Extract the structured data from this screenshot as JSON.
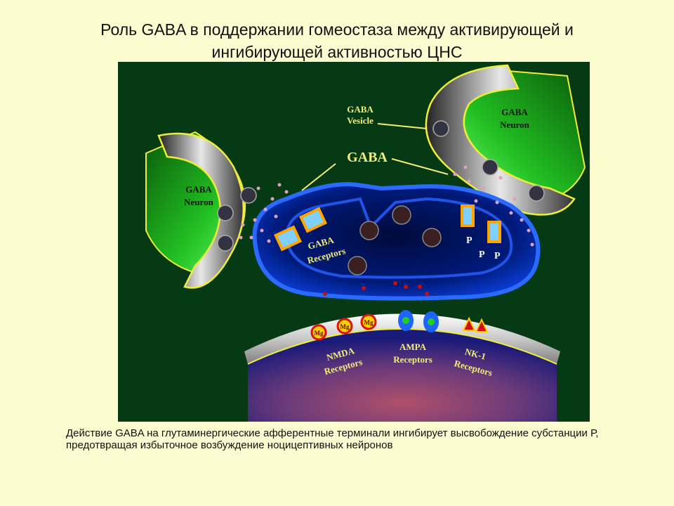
{
  "title": {
    "line1": "Роль GABA  в поддержании гомеостаза между активирующей и",
    "line2": "ингибирующей активностью ЦНС"
  },
  "diagram": {
    "label_gaba_vesicle_line1": "GABA",
    "label_gaba_vesicle_line2": "Vesicle",
    "label_gaba": "GABA",
    "label_gaba_neuron_left_line1": "GABA",
    "label_gaba_neuron_left_line2": "Neuron",
    "label_gaba_neuron_right_line1": "GABA",
    "label_gaba_neuron_right_line2": "Neuron",
    "label_gaba_receptors_line1": "GABA",
    "label_gaba_receptors_line2": "Receptors",
    "label_p1": "P",
    "label_p2": "P",
    "label_p3": "P",
    "label_mg1": "Mg",
    "label_mg2": "Mg",
    "label_mg3": "Mg",
    "label_nmda_line1": "NMDA",
    "label_nmda_line2": "Receptors",
    "label_ampa_line1": "AMPA",
    "label_ampa_line2": "Receptors",
    "label_nk1_line1": "NK-1",
    "label_nk1_line2": "Receptors",
    "colors": {
      "background": "#053a14",
      "neuron_green": "#17a017",
      "membrane_outline": "#f0ec3c",
      "terminal_blue": "#0c2aa8",
      "terminal_outline": "#3a7bff",
      "label_color": "#f2ec7a"
    }
  },
  "caption": "Действие GABA на глутаминергические афферентные терминали ингибирует высвобождение субстанции Р, предотвращая избыточное возбуждение ноцицептивных нейронов"
}
